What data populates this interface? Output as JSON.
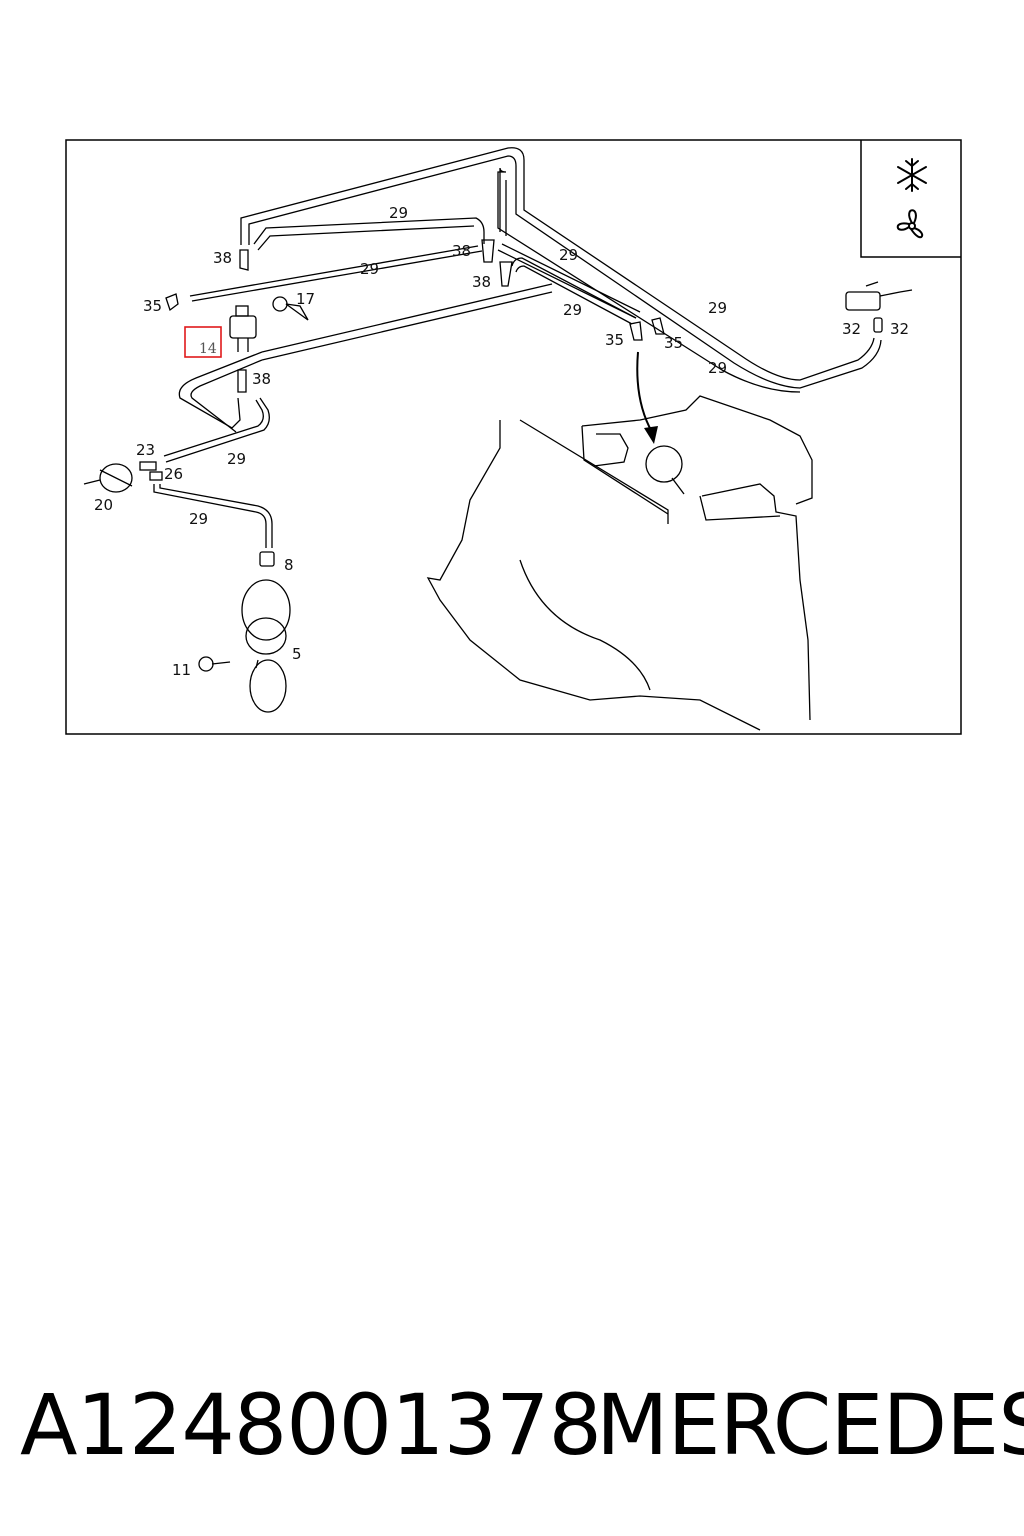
{
  "diagram": {
    "callouts": [
      "29",
      "29",
      "29",
      "29",
      "29",
      "29",
      "29",
      "29",
      "38",
      "38",
      "38",
      "38",
      "35",
      "35",
      "17",
      "14",
      "32",
      "32",
      "23",
      "26",
      "20",
      "8",
      "11",
      "5"
    ],
    "highlighted_callout": "14",
    "highlight_color": "#e0191b",
    "legend_icons": [
      "snowflake-icon",
      "fan-icon"
    ]
  },
  "caption": {
    "part_number": "A1248001378",
    "brand": "MERCEDES"
  }
}
